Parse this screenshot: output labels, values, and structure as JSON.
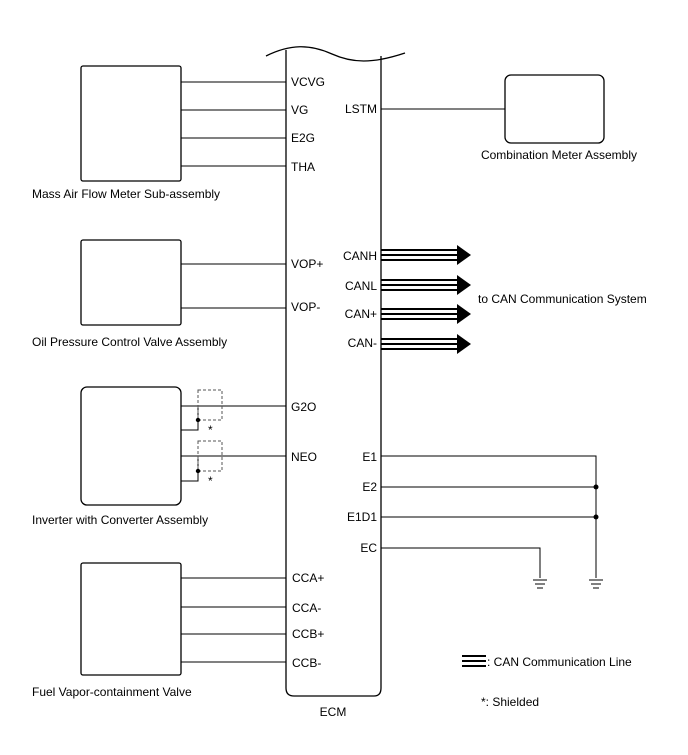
{
  "ecm": {
    "label": "ECM"
  },
  "components": {
    "maf": "Mass Air Flow Meter Sub-assembly",
    "combo": "Combination Meter Assembly",
    "opcv": "Oil Pressure Control Valve Assembly",
    "inverter": "Inverter with Converter Assembly",
    "fuel_vapor": "Fuel Vapor-containment Valve"
  },
  "pins": {
    "vcvg": "VCVG",
    "vg": "VG",
    "e2g": "E2G",
    "tha": "THA",
    "lstm": "LSTM",
    "vop_plus": "VOP+",
    "vop_minus": "VOP-",
    "canh": "CANH",
    "canl": "CANL",
    "can_plus": "CAN+",
    "can_minus": "CAN-",
    "g2o": "G2O",
    "neo": "NEO",
    "e1": "E1",
    "e2": "E2",
    "e1d1": "E1D1",
    "ec": "EC",
    "cca_plus": "CCA+",
    "cca_minus": "CCA-",
    "ccb_plus": "CCB+",
    "ccb_minus": "CCB-"
  },
  "can_system_label": "to CAN Communication System",
  "legend": {
    "can_line": ": CAN Communication Line",
    "shielded": "*: Shielded",
    "star": "*"
  },
  "colors": {
    "line": "#000000",
    "shield": "#555555",
    "background": "#ffffff"
  }
}
